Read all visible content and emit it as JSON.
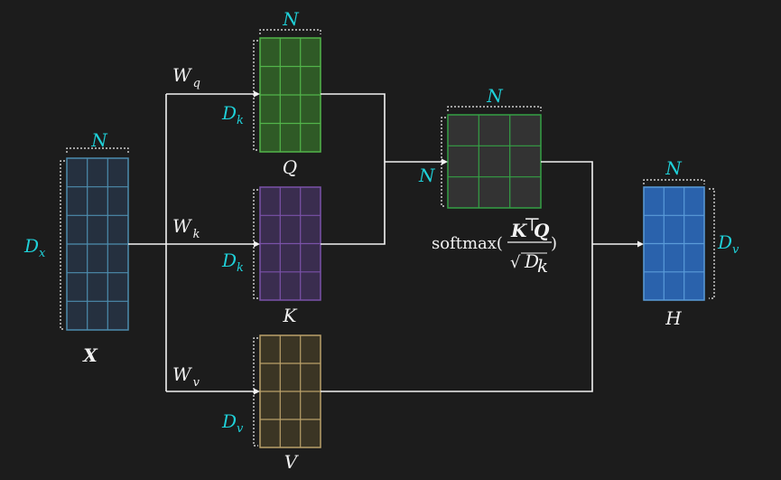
{
  "colors": {
    "background": "#1c1c1c",
    "label_cyan": "#1fd0d8",
    "wire": "#f2f2f2",
    "X_fill": "#25303f",
    "X_stroke": "#4d8cae",
    "Q_fill": "#2f5a26",
    "Q_stroke": "#52b44a",
    "K_fill": "#3a2d4f",
    "K_stroke": "#7a52a8",
    "V_fill": "#3b3524",
    "V_stroke": "#b9a069",
    "A_fill": "#333333",
    "A_stroke": "#35a045",
    "H_fill": "#2a62ac",
    "H_stroke": "#5a9bd8"
  },
  "matrices": {
    "X": {
      "label": "X",
      "width_label": "N",
      "height_label_main": "D",
      "height_label_sub": "x"
    },
    "Q": {
      "label": "Q",
      "width_label": "N",
      "height_label_main": "D",
      "height_label_sub": "k"
    },
    "K": {
      "label": "K",
      "height_label_main": "D",
      "height_label_sub": "k"
    },
    "V": {
      "label": "V",
      "height_label_main": "D",
      "height_label_sub": "v"
    },
    "A": {
      "width_label": "N",
      "height_label": "N"
    },
    "H": {
      "label": "H",
      "width_label": "N",
      "height_label_main": "D",
      "height_label_sub": "v"
    }
  },
  "weights": {
    "q": {
      "main": "W",
      "sub": "q"
    },
    "k": {
      "main": "W",
      "sub": "k"
    },
    "v": {
      "main": "W",
      "sub": "v"
    }
  },
  "formula": {
    "func": "softmax(",
    "numerator_k": "K",
    "numerator_t": "⊤",
    "numerator_q": "Q",
    "sqrt": "√",
    "denominator_main": "D",
    "denominator_sub": "k",
    "close": ")"
  }
}
